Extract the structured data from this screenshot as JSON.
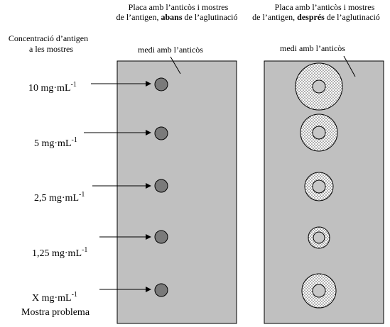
{
  "header_left": {
    "line1": "Placa amb l’anticòs i mostres",
    "line2_prefix": "de l’antigen, ",
    "line2_bold": "abans",
    "line2_suffix": " de l’aglutinació"
  },
  "header_right": {
    "line1": "Placa amb l’anticòs i mostres",
    "line2_prefix": "de l’antigen, ",
    "line2_bold": "després",
    "line2_suffix": " de l’aglutinació"
  },
  "concentration_header": {
    "line1": "Concentració d’antigen",
    "line2": "a les mostres"
  },
  "plate_label_left": "medi amb l’anticòs",
  "plate_label_right": "medi amb l’anticòs",
  "samples": [
    {
      "base": "10 mg·mL",
      "exp": "-1",
      "note": ""
    },
    {
      "base": "5 mg·mL",
      "exp": "-1",
      "note": ""
    },
    {
      "base": "2,5 mg·mL",
      "exp": "-1",
      "note": ""
    },
    {
      "base": "1,25 mg·mL",
      "exp": "-1",
      "note": ""
    },
    {
      "base": "X  mg·mL",
      "exp": "-1",
      "note": "Mostra problema"
    }
  ],
  "colors": {
    "plate": "#c0c0c0",
    "well": "#7a7a7a",
    "halo_dots": "#555555",
    "inner_well": "#c8c8c8"
  }
}
